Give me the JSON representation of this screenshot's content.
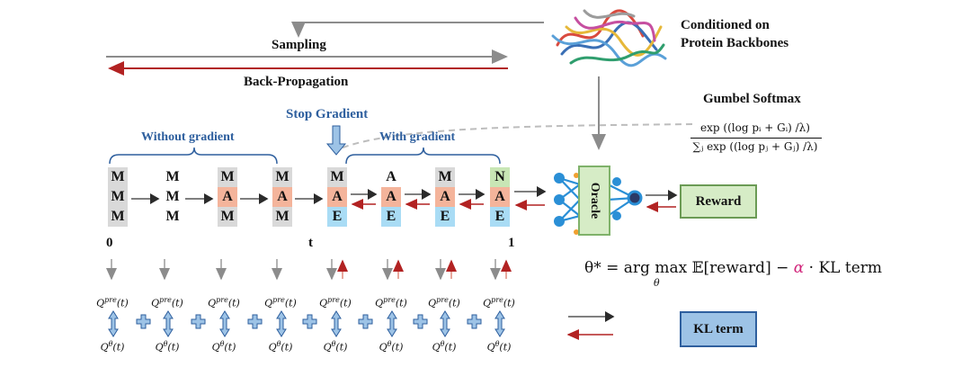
{
  "header": {
    "conditioned": "Conditioned on",
    "protein": "Protein Backbones",
    "sampling": "Sampling",
    "backprop": "Back-Propagation",
    "gumbel": "Gumbel Softmax",
    "stop_gradient": "Stop Gradient",
    "without_gradient": "Without gradient",
    "with_gradient": "With gradient"
  },
  "formula": {
    "numerator": "exp ((log pᵢ + Gᵢ) /λ)",
    "denominator": "∑ⱼ exp ((log pⱼ + Gⱼ) /λ)",
    "objective_lhs": "θ* = arg max",
    "objective_sub": "θ",
    "objective_mid": "𝔼[reward] −",
    "alpha": "α",
    "objective_end": "· KL term"
  },
  "sequence": {
    "columns": [
      [
        "M",
        "M",
        "M"
      ],
      [
        "M",
        "M",
        "M"
      ],
      [
        "M",
        "A",
        "M"
      ],
      [
        "M",
        "A",
        "M"
      ],
      [
        "M",
        "A",
        "E"
      ],
      [
        "A",
        "A",
        "E"
      ],
      [
        "M",
        "A",
        "E"
      ],
      [
        "N",
        "A",
        "E"
      ]
    ],
    "tick_start": "0",
    "tick_mid": "t",
    "tick_end": "1"
  },
  "q_labels": {
    "pre": "Q",
    "pre_sup": "pre",
    "pre_arg": "(t)",
    "theta": "Q",
    "theta_sup": "θ",
    "theta_arg": "(t)"
  },
  "boxes": {
    "oracle": "Oracle",
    "reward": "Reward",
    "kl_term": "KL term"
  },
  "colors": {
    "gray_arrow": "#8c8c8c",
    "red_arrow": "#b22222",
    "blue_text": "#2e5f9e",
    "m_cell": "#d9d9d9",
    "a_cell": "#f4b49b",
    "e_cell": "#a9dcf5",
    "n_cell": "#c8e6b5",
    "reward_fill": "#d6ecc6",
    "kl_fill": "#9dc3e6",
    "oracle_fill": "#d6ecc6",
    "plus_fill": "#9dc3e6"
  }
}
